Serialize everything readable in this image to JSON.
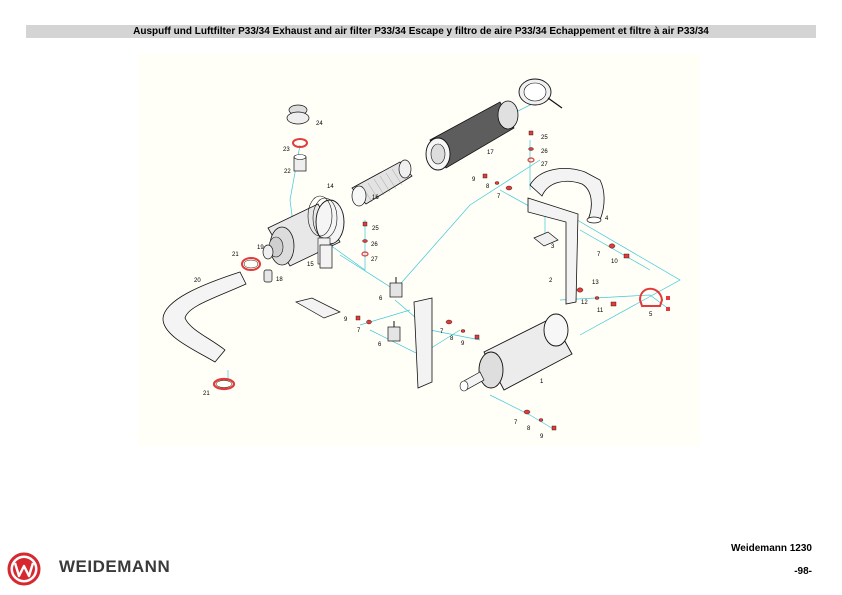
{
  "header": {
    "title": "Auspuff und Luftfilter P33/34 Exhaust and air filter P33/34 Escape y filtro de aire P33/34 Echappement et filtre à air P33/34"
  },
  "diagram": {
    "callouts": [
      "1",
      "2",
      "3",
      "4",
      "5",
      "6",
      "6",
      "7",
      "7",
      "7",
      "7",
      "7",
      "8",
      "8",
      "8",
      "9",
      "9",
      "9",
      "9",
      "10",
      "11",
      "12",
      "13",
      "14",
      "15",
      "16",
      "17",
      "18",
      "19",
      "20",
      "21",
      "21",
      "22",
      "23",
      "24",
      "25",
      "25",
      "26",
      "26",
      "27",
      "27"
    ]
  },
  "footer": {
    "model": "Weidemann 1230",
    "page": "-98-",
    "brand": "WEIDEMANN"
  },
  "colors": {
    "title_bar": "#d4d4d4",
    "leader_lines": "#3fc8d8",
    "highlight_parts": "#e23b3b",
    "brand_red": "#d7272f"
  }
}
